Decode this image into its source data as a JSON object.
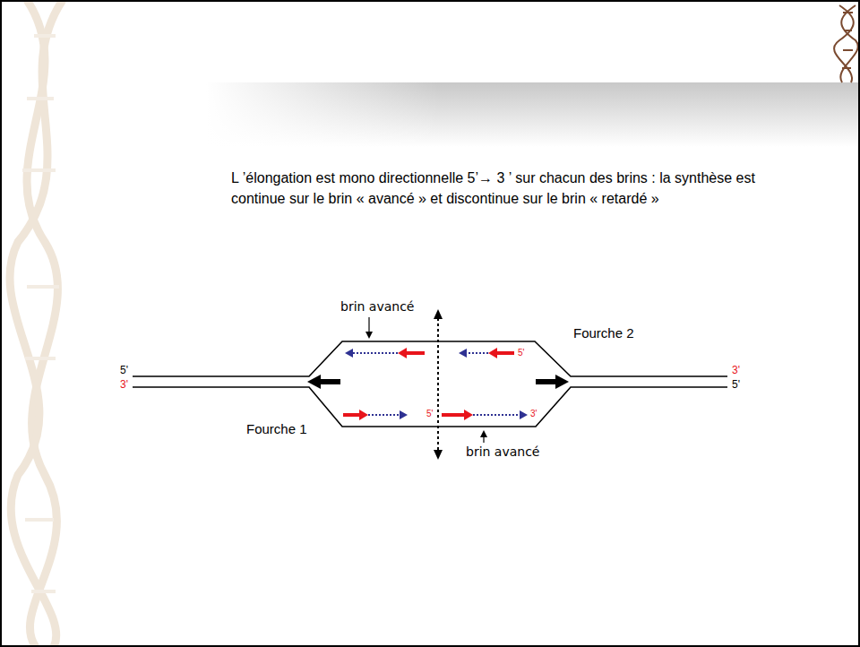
{
  "diagram": {
    "title": "L ’élongation est mono directionnelle 5’→ 3 ’ sur chacun des brins : la synthèse est continue sur le brin « avancé » et discontinue sur le brin « retardé »",
    "labels": [
      "brin avancé",
      "Fourche 2",
      "5'",
      "3'",
      "5'",
      "3'",
      "5'",
      "Fourche 1",
      "5'",
      "3'",
      "brin avancé"
    ]
  }
}
